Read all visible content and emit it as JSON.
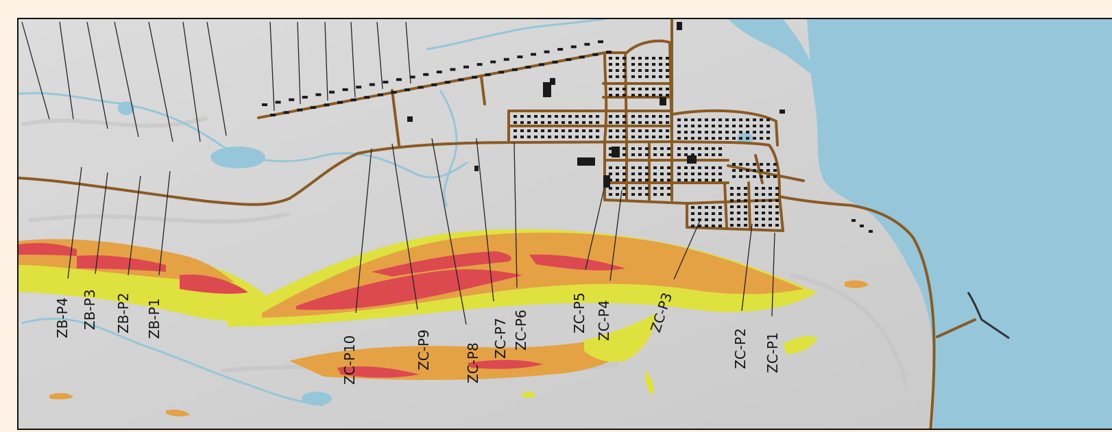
{
  "colors": {
    "background": "#fdf1e4",
    "terrain": "#d4d4d4",
    "water": "#95c6d9",
    "road": "#8a5a22",
    "building": "#1a1a1a",
    "profile_line": "#222222",
    "hazard_high": "#dc4a50",
    "hazard_medium": "#e4a245",
    "hazard_low": "#dfe13e"
  },
  "profiles": [
    {
      "label": "ZB-P4"
    },
    {
      "label": "ZB-P3"
    },
    {
      "label": "ZB-P2"
    },
    {
      "label": "ZB-P1"
    },
    {
      "label": "ZC-P10"
    },
    {
      "label": "ZC-P9"
    },
    {
      "label": "ZC-P8"
    },
    {
      "label": "ZC-P7"
    },
    {
      "label": "ZC-P6"
    },
    {
      "label": "ZC-P5"
    },
    {
      "label": "ZC-P4"
    },
    {
      "label": "ZC-P3"
    },
    {
      "label": "ZC-P2"
    },
    {
      "label": "ZC-P1"
    }
  ]
}
